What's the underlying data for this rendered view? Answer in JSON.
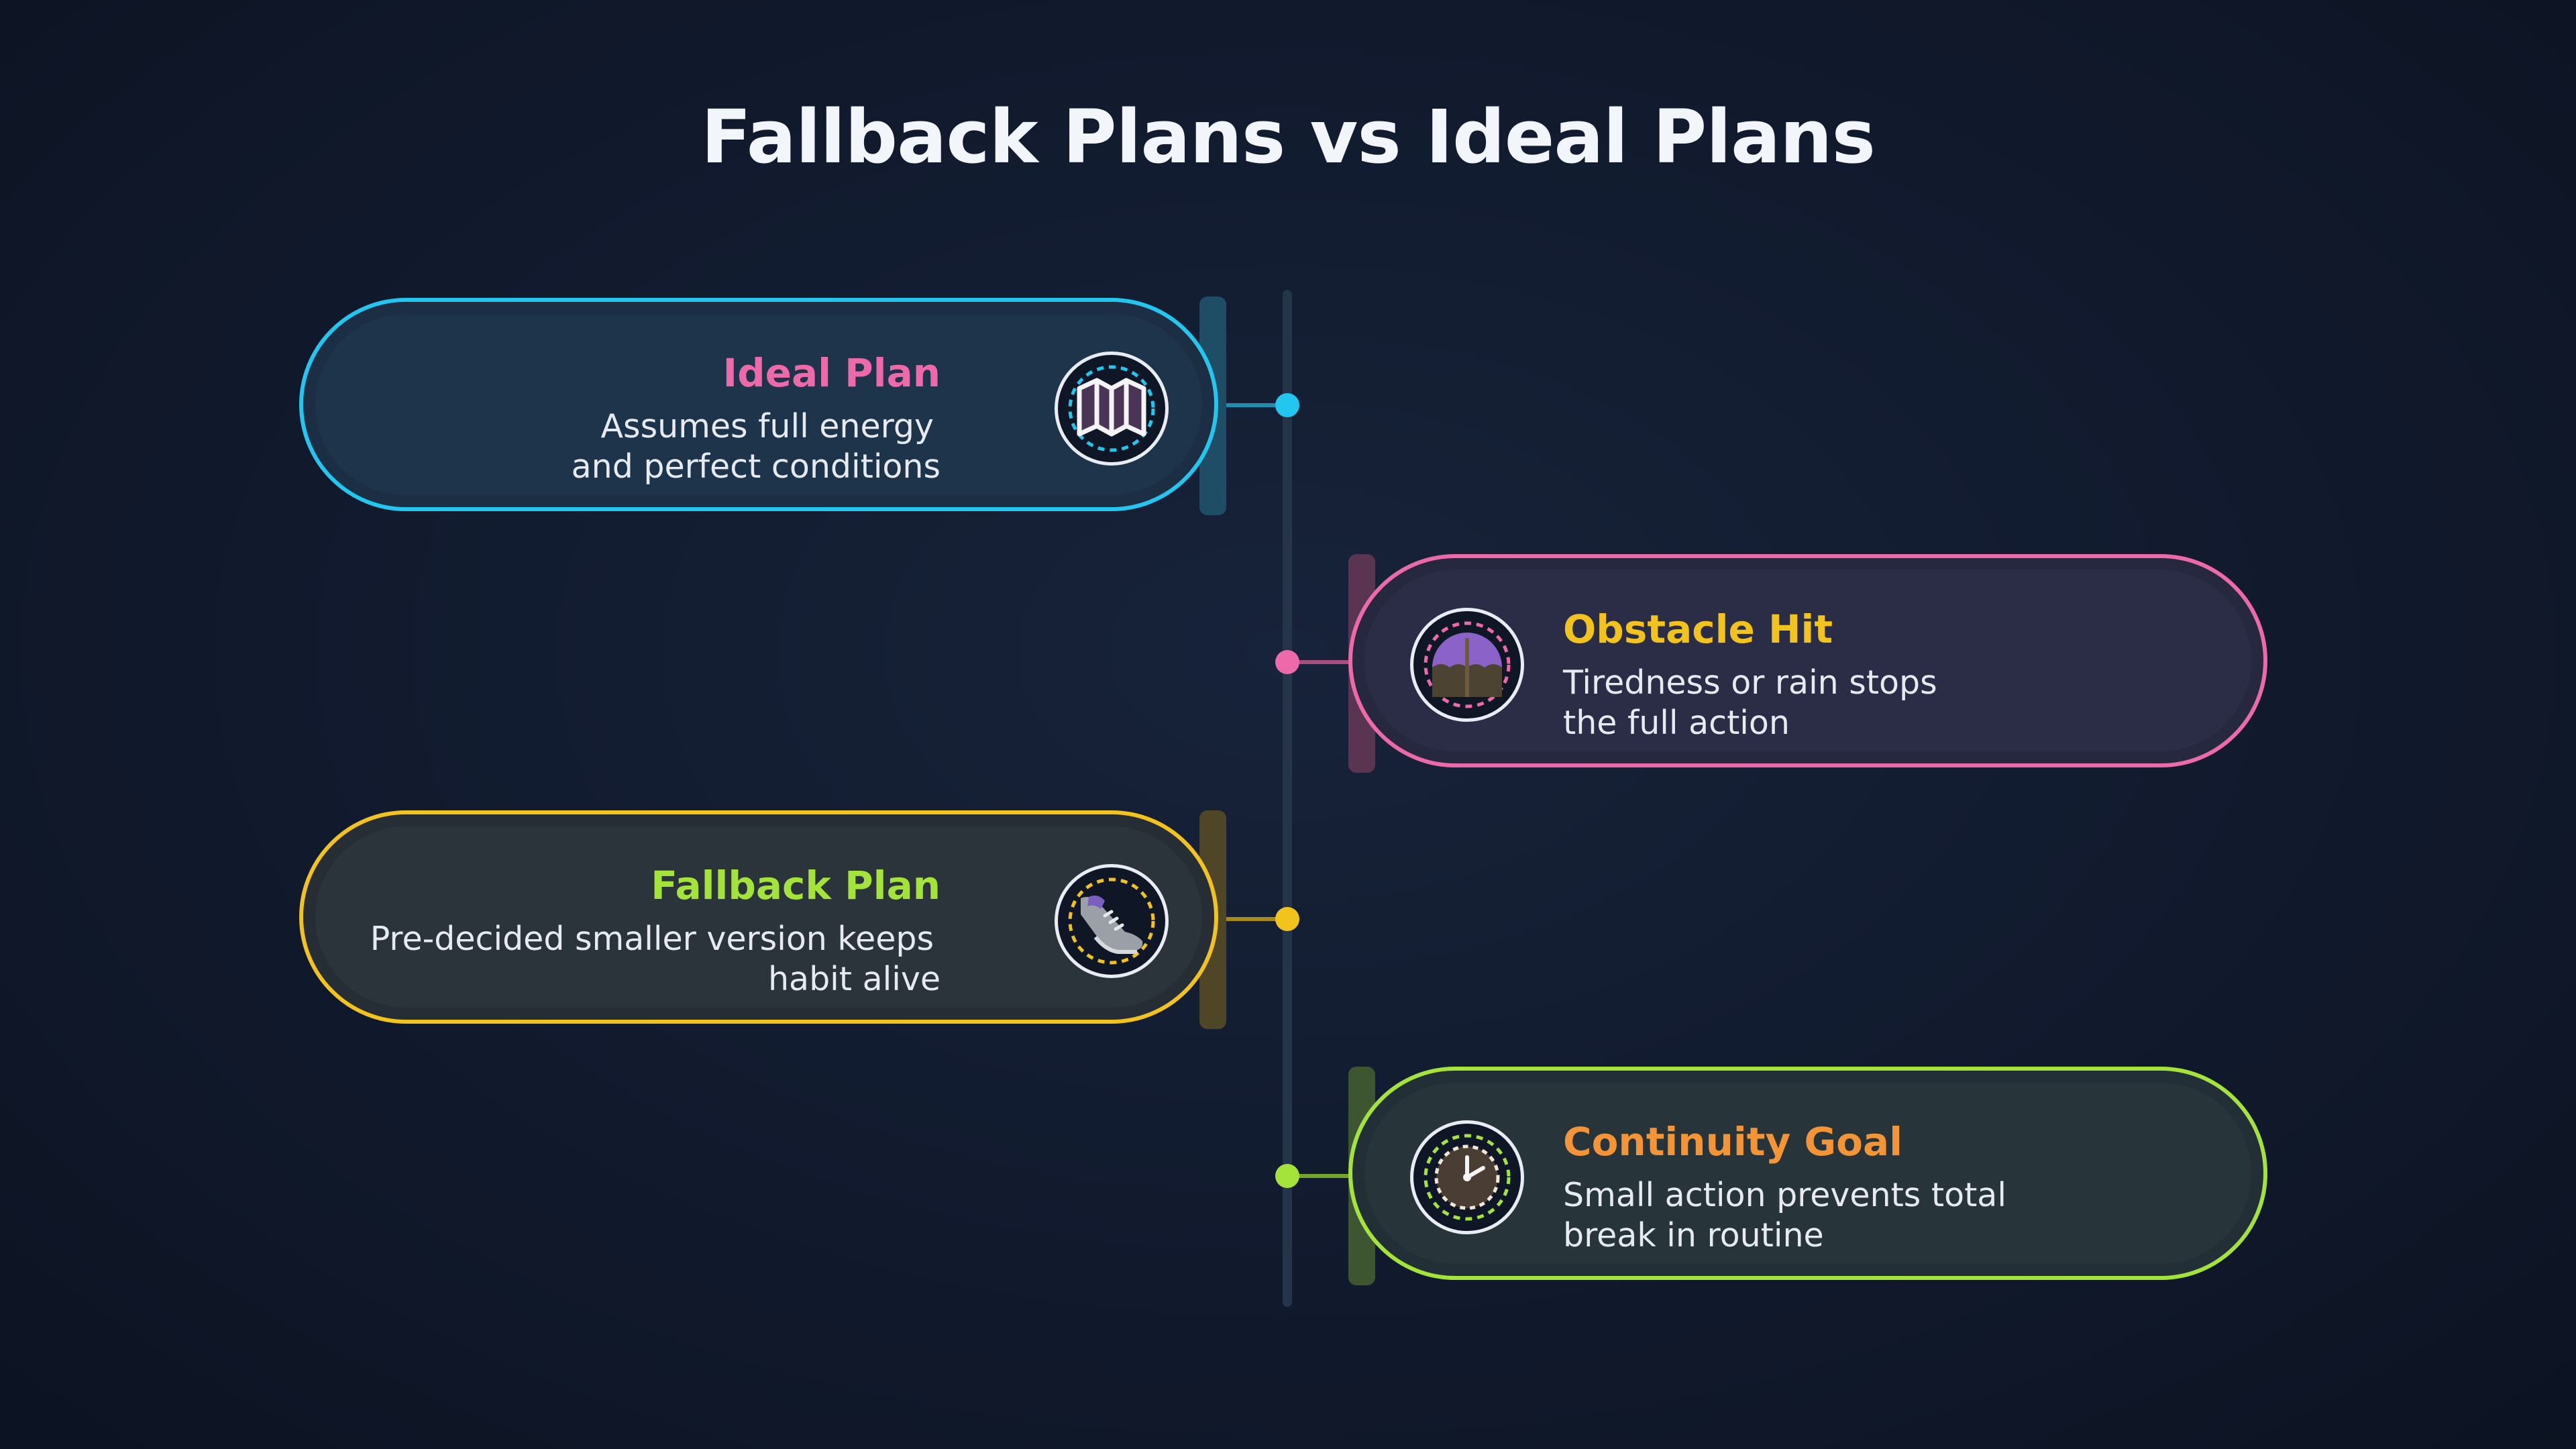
{
  "title": "Fallback Plans vs Ideal Plans",
  "colors": {
    "cyan": "#22c6ee",
    "pink": "#ec6aa9",
    "yellow": "#f2c21d",
    "green": "#a3e33a",
    "orange": "#f39436"
  },
  "steps": [
    {
      "title": "Ideal Plan",
      "desc_line1": "Assumes full energy",
      "desc_line2": "and perfect conditions",
      "icon": "map-icon"
    },
    {
      "title": "Obstacle Hit",
      "desc_line1": "Tiredness or rain stops",
      "desc_line2": "the full action",
      "icon": "umbrella-icon"
    },
    {
      "title": "Fallback Plan",
      "desc_line1": "Pre-decided smaller version keeps",
      "desc_line2": "habit alive",
      "icon": "sneaker-icon"
    },
    {
      "title": "Continuity Goal",
      "desc_line1": "Small action prevents total",
      "desc_line2": "break in routine",
      "icon": "clock-icon"
    }
  ]
}
